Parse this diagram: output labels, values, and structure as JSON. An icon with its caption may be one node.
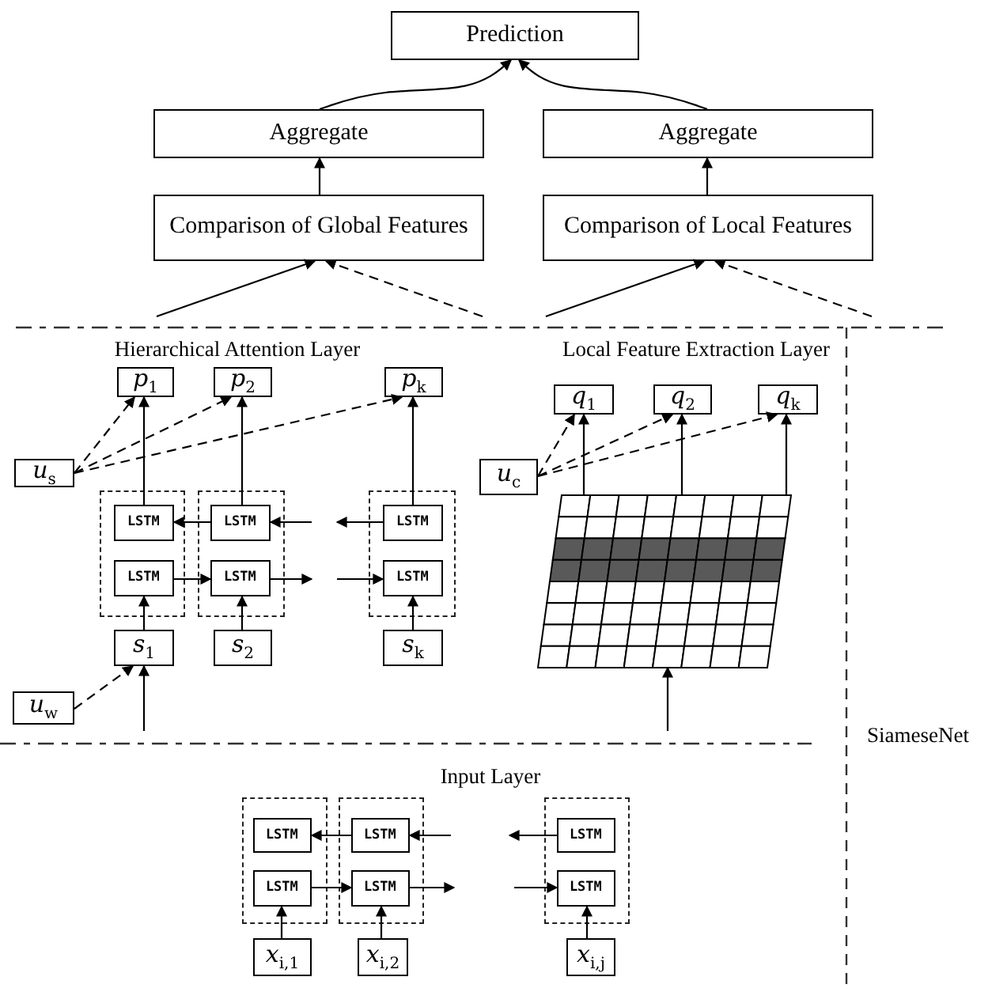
{
  "diagram": {
    "nodes": [
      {
        "text": [
          "Prediction"
        ]
      },
      {
        "text": [
          "Aggregate"
        ]
      },
      {
        "text": [
          "Aggregate"
        ]
      },
      {
        "text": [
          "Comparison of Global Features"
        ]
      },
      {
        "text": [
          "Comparison of Local Features"
        ]
      },
      {
        "text": [
          "*p*$_{1}$"
        ]
      },
      {
        "text": [
          "*p*$_{2}$"
        ]
      },
      {
        "text": [
          "*p*$_{k}$"
        ]
      },
      {
        "text": [
          "*q*$_{1}$"
        ]
      },
      {
        "text": [
          "*q*$_{2}$"
        ]
      },
      {
        "text": [
          "*q*$_{k}$"
        ]
      },
      {
        "text": [
          "*u*$_{s}$"
        ]
      },
      {
        "text": [
          "*u*$_{c}$"
        ]
      },
      {
        "text": [],
        "shape": "box"
      },
      {
        "text": [
          "LSTM"
        ],
        "in": 13
      },
      {
        "text": [
          "LSTM"
        ],
        "in": 13
      },
      {
        "text": [],
        "shape": "box"
      },
      {
        "text": [
          "LSTM"
        ],
        "in": 16
      },
      {
        "text": [
          "LSTM"
        ],
        "in": 16
      },
      {
        "text": [],
        "shape": "box"
      },
      {
        "text": [
          "LSTM"
        ],
        "in": 19
      },
      {
        "text": [
          "LSTM"
        ],
        "in": 19
      },
      {
        "text": [],
        "shape": "grid"
      },
      {
        "text": [
          "*s*$_{1}$"
        ]
      },
      {
        "text": [
          "*s*$_{2}$"
        ]
      },
      {
        "text": [
          "*s*$_{k}$"
        ]
      },
      {
        "text": [
          "*u*$_{w}$"
        ]
      },
      {
        "text": [],
        "shape": "box"
      },
      {
        "text": [
          "LSTM"
        ],
        "in": 27
      },
      {
        "text": [
          "LSTM"
        ],
        "in": 27
      },
      {
        "text": [],
        "shape": "box"
      },
      {
        "text": [
          "LSTM"
        ],
        "in": 30
      },
      {
        "text": [
          "LSTM"
        ],
        "in": 30
      },
      {
        "text": [],
        "shape": "box"
      },
      {
        "text": [
          "LSTM"
        ],
        "in": 33
      },
      {
        "text": [
          "LSTM"
        ],
        "in": 33
      },
      {
        "text": [
          "*x*$_{i,1}$"
        ]
      },
      {
        "text": [
          "*x*$_{i,2}$"
        ]
      },
      {
        "text": [
          "*x*$_{i,j}$"
        ]
      }
    ],
    "edges": [
      {
        "from": 1,
        "to": 0,
        "arrow": "to"
      },
      {
        "from": 2,
        "to": 0,
        "arrow": "to"
      },
      {
        "from": 3,
        "to": 1,
        "arrow": "to"
      },
      {
        "from": 4,
        "to": 2,
        "arrow": "to"
      },
      {
        "from": null,
        "to": 3,
        "arrow": "to"
      },
      {
        "from": null,
        "to": 3,
        "arrow": "to",
        "style": "dashed"
      },
      {
        "from": null,
        "to": 4,
        "arrow": "to"
      },
      {
        "from": null,
        "to": 4,
        "arrow": "to",
        "style": "dashed"
      },
      {
        "from": 14,
        "to": 5,
        "arrow": "to"
      },
      {
        "from": 17,
        "to": 6,
        "arrow": "to"
      },
      {
        "from": 20,
        "to": 7,
        "arrow": "to"
      },
      {
        "from": 11,
        "to": 5,
        "arrow": "to",
        "style": "dashed"
      },
      {
        "from": 11,
        "to": 6,
        "arrow": "to",
        "style": "dashed"
      },
      {
        "from": 11,
        "to": 7,
        "arrow": "to",
        "style": "dashed"
      },
      {
        "from": 22,
        "to": 8,
        "arrow": "to"
      },
      {
        "from": 22,
        "to": 9,
        "arrow": "to"
      },
      {
        "from": 22,
        "to": 10,
        "arrow": "to"
      },
      {
        "from": 12,
        "to": 8,
        "arrow": "to",
        "style": "dashed"
      },
      {
        "from": 12,
        "to": 9,
        "arrow": "to",
        "style": "dashed"
      },
      {
        "from": 12,
        "to": 10,
        "arrow": "to",
        "style": "dashed"
      },
      {
        "from": 17,
        "to": 14,
        "arrow": "to"
      },
      {
        "from": null,
        "to": 17,
        "arrow": "to"
      },
      {
        "from": 20,
        "to": null,
        "arrow": "to"
      },
      {
        "from": 15,
        "to": 18,
        "arrow": "to"
      },
      {
        "from": 18,
        "to": null,
        "arrow": "to"
      },
      {
        "from": null,
        "to": 21,
        "arrow": "to"
      },
      {
        "from": 23,
        "to": 15,
        "arrow": "to"
      },
      {
        "from": 24,
        "to": 18,
        "arrow": "to"
      },
      {
        "from": 25,
        "to": 21,
        "arrow": "to"
      },
      {
        "from": null,
        "to": 23,
        "arrow": "to"
      },
      {
        "from": 26,
        "to": 23,
        "arrow": "to",
        "style": "dashed"
      },
      {
        "from": null,
        "to": 22,
        "arrow": "to"
      },
      {
        "from": 31,
        "to": 28,
        "arrow": "to"
      },
      {
        "from": null,
        "to": 31,
        "arrow": "to"
      },
      {
        "from": 34,
        "to": null,
        "arrow": "to"
      },
      {
        "from": 29,
        "to": 32,
        "arrow": "to"
      },
      {
        "from": 32,
        "to": null,
        "arrow": "to"
      },
      {
        "from": null,
        "to": 35,
        "arrow": "to"
      },
      {
        "from": 36,
        "to": 29,
        "arrow": "to"
      },
      {
        "from": 37,
        "to": 32,
        "arrow": "to"
      },
      {
        "from": 38,
        "to": 35,
        "arrow": "to"
      }
    ],
    "labels": [
      "Hierarchical Attention Layer",
      "Local Feature Extraction Layer",
      "SiameseNet",
      "Input Layer"
    ]
  }
}
